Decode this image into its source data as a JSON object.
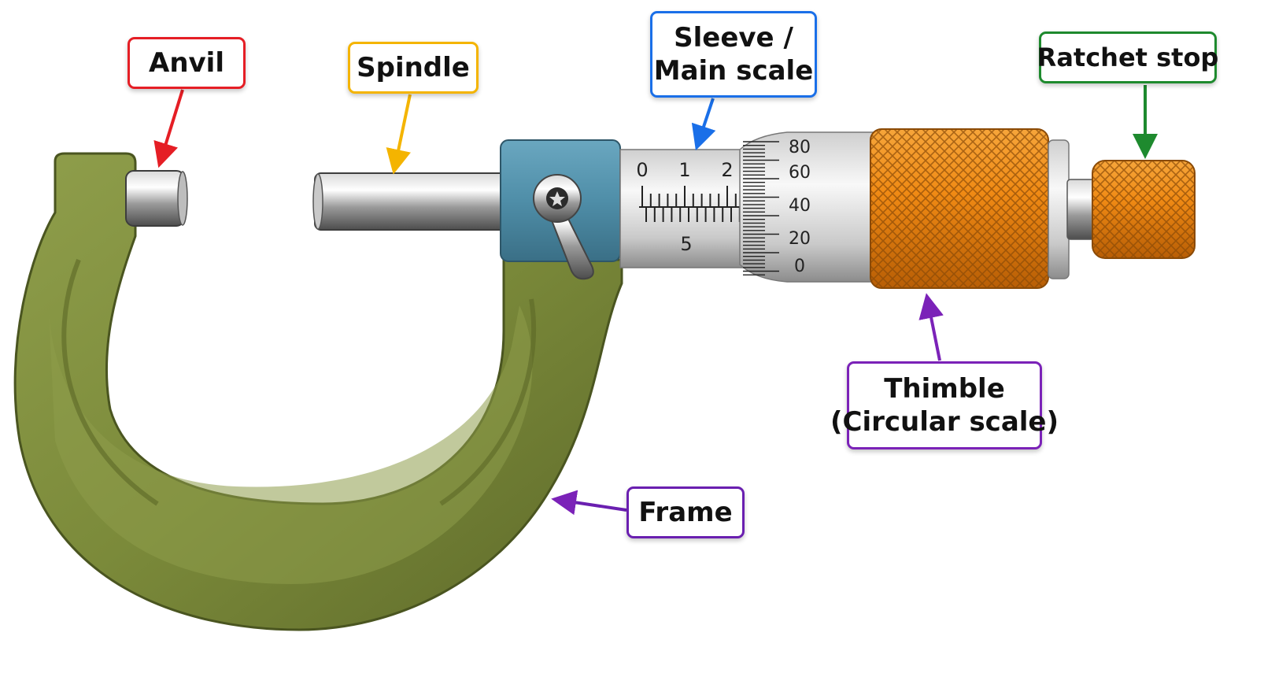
{
  "labels": {
    "anvil": "Anvil",
    "spindle": "Spindle",
    "sleeve_line1": "Sleeve /",
    "sleeve_line2": "Main scale",
    "ratchet": "Ratchet stop",
    "thimble_line1": "Thimble",
    "thimble_line2": "(Circular scale)",
    "frame": "Frame"
  },
  "colors": {
    "anvil": "#e51e25",
    "spindle": "#f4b400",
    "sleeve": "#1a6fe8",
    "ratchet": "#1e8a2e",
    "thimble": "#7b22b8",
    "frame": "#6a1fb0",
    "frame_body": "#7d8b3e",
    "barrel_block": "#4f8ea8",
    "knurl": "#f08a14"
  },
  "sleeve_scale": {
    "top_numbers": [
      "0",
      "1",
      "2"
    ],
    "bottom_number": "5"
  },
  "thimble_scale": {
    "numbers": [
      "80",
      "60",
      "40",
      "20",
      "0"
    ]
  },
  "icons": {
    "lock": "lock-knob-icon"
  }
}
